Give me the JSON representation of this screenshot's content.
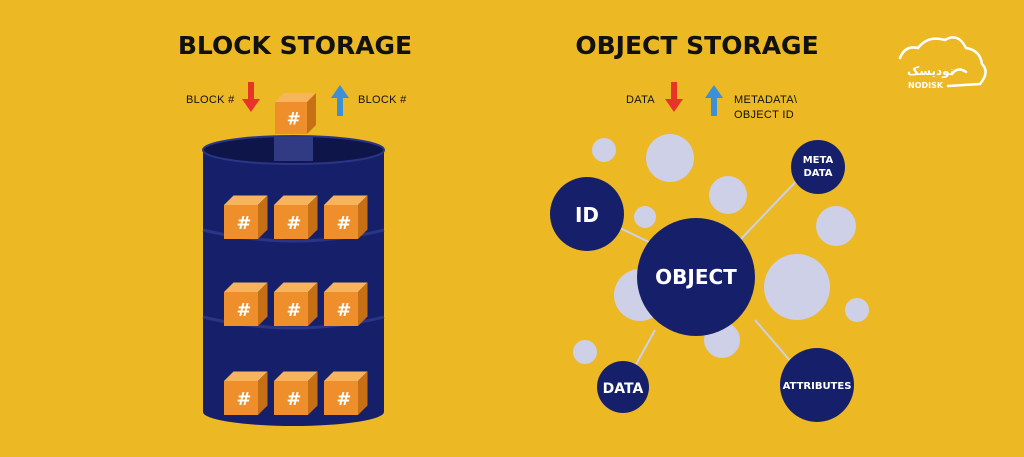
{
  "block_storage": {
    "title": "BLOCK STORAGE",
    "label_in": "BLOCK #",
    "label_out": "BLOCK #",
    "block_symbol": "#",
    "shelves": 3,
    "blocks_per_shelf": 3
  },
  "object_storage": {
    "title": "OBJECT STORAGE",
    "label_in": "DATA",
    "label_out_line1": "METADATA\\",
    "label_out_line2": "OBJECT ID",
    "center_node": "OBJECT",
    "node_id": "ID",
    "node_meta_line1": "META",
    "node_meta_line2": "DATA",
    "node_data": "DATA",
    "node_attributes": "ATTRIBUTES"
  },
  "logo": {
    "text_fa": "نودیسک",
    "text_en": "NODISK"
  },
  "colors": {
    "background": "#ECB823",
    "navy": "#16206A",
    "cube_front": "#EF8F2B",
    "cube_top": "#F7B45C",
    "cube_side": "#C76F14",
    "arrow_down": "#E8332A",
    "arrow_up": "#3C8FD9",
    "bubble": "#CDD0E6"
  }
}
